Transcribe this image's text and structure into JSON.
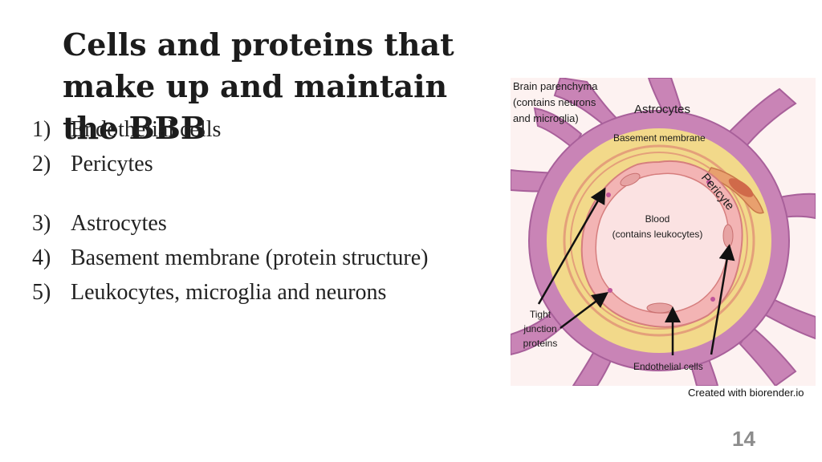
{
  "slide": {
    "title": "Cells and proteins that make up and maintain the BBB",
    "items": [
      {
        "num": "1)",
        "text": "Endothelial cells"
      },
      {
        "num": "2)",
        "text": "Pericytes"
      },
      {
        "num": "3)",
        "text": "Astrocytes"
      },
      {
        "num": "4)",
        "text": "Basement membrane (protein structure)"
      },
      {
        "num": "5)",
        "text": "Leukocytes, microglia and neurons"
      }
    ],
    "page_number": "14"
  },
  "diagram": {
    "labels": {
      "brain_parenchyma": [
        "Brain parenchyma",
        "(contains neurons",
        "and microglia)"
      ],
      "astrocytes": "Astrocytes",
      "basement_membrane": "Basement membrane",
      "pericyte": "Pericyte",
      "blood": [
        "Blood",
        "(contains leukocytes)"
      ],
      "tight_junction": [
        "Tight",
        "junction",
        "proteins"
      ],
      "endothelial_cells": "Endothelial cells"
    },
    "credit": "Created with biorender.io",
    "colors": {
      "astrocyte": "#c984b6",
      "astrocyte_dark": "#a8609a",
      "astro_band": "#f2d98a",
      "pericyte": "#e8a06e",
      "endothelium": "#f3b4b4",
      "lumen": "#fbe2e2",
      "parenchyma": "#fdf2f1"
    }
  }
}
